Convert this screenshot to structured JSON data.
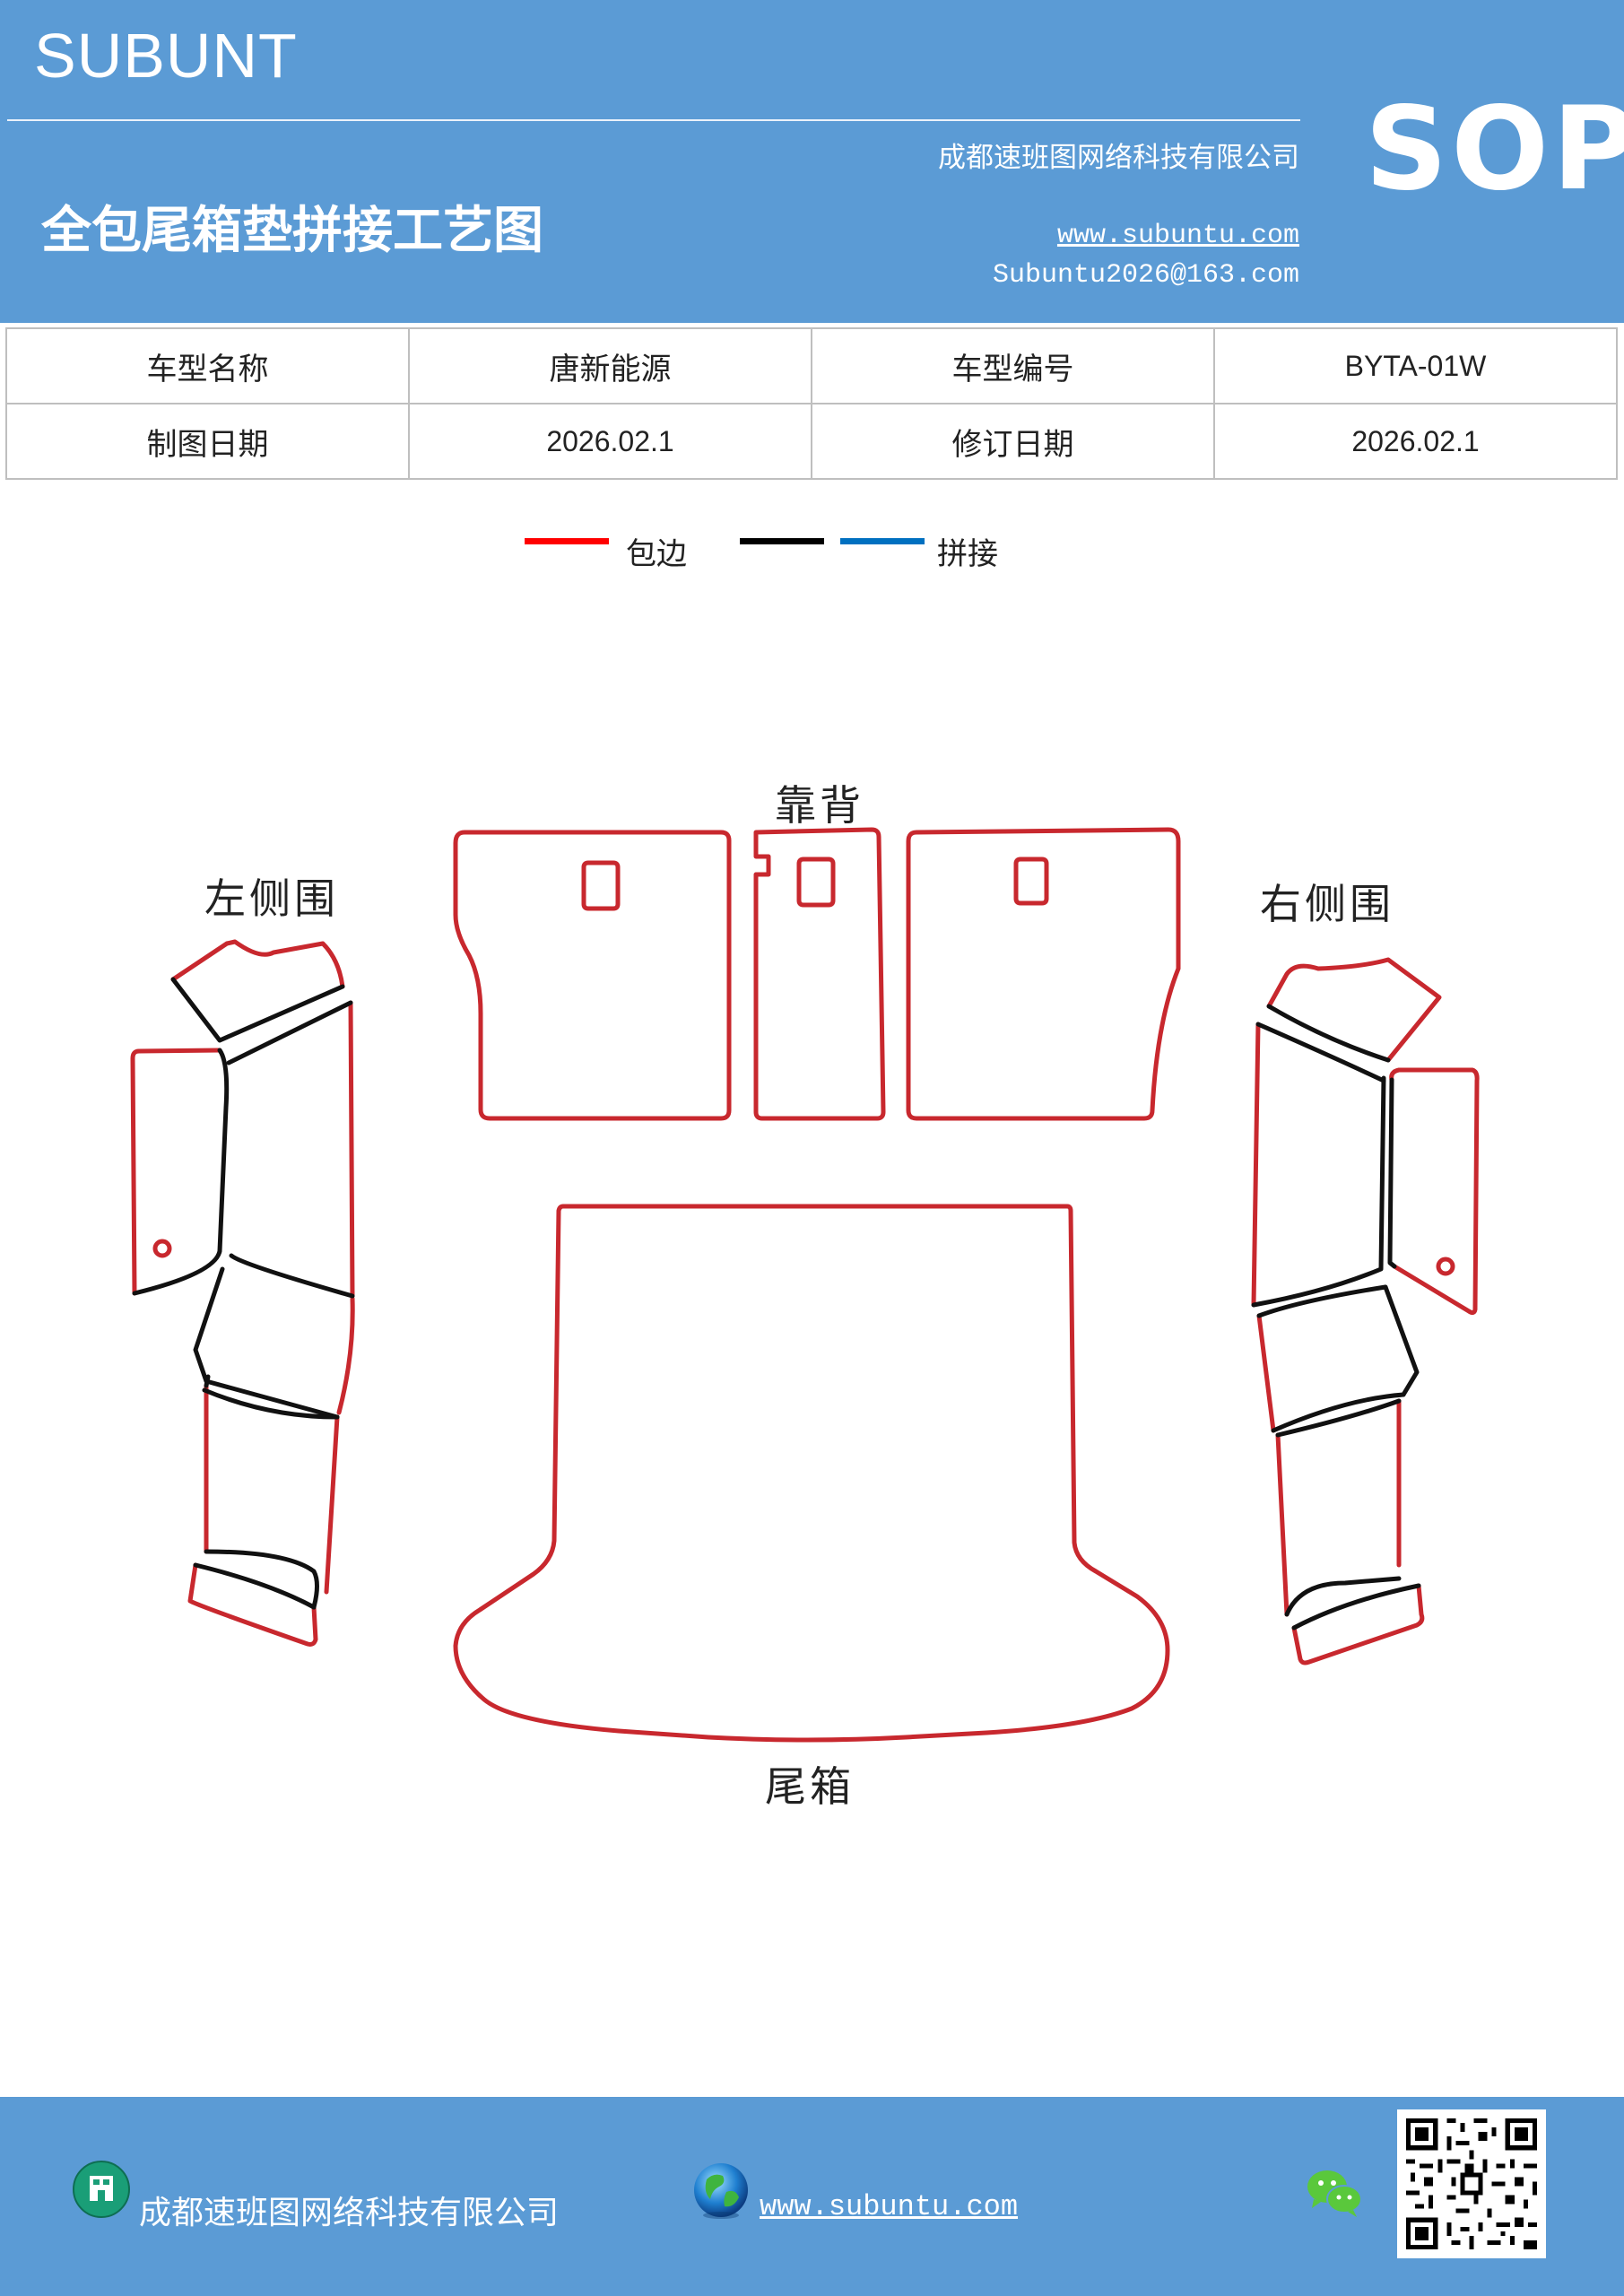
{
  "header": {
    "brand": "SUBUNT",
    "title": "全包尾箱垫拼接工艺图",
    "company": "成都速班图网络科技有限公司",
    "website": "www.subuntu.com",
    "email": "Subuntu2026@163.com",
    "badge": "SOP",
    "background_color": "#5b9bd5"
  },
  "info_table": {
    "rows": [
      [
        "车型名称",
        "唐新能源",
        "车型编号",
        "BYTA-01W"
      ],
      [
        "制图日期",
        "2026.02.1",
        "修订日期",
        "2026.02.1"
      ]
    ]
  },
  "legend": {
    "items": [
      {
        "label": "包边",
        "color": "#ff0000"
      },
      {
        "label": "",
        "color": "#000000"
      },
      {
        "label": "拼接",
        "color": "#0070c0"
      }
    ]
  },
  "diagram": {
    "labels": {
      "backrest": "靠背",
      "left_side": "左侧围",
      "right_side": "右侧围",
      "trunk": "尾箱"
    },
    "edge_color": "#c8282e",
    "seam_color": "#111111"
  },
  "footer": {
    "company": "成都速班图网络科技有限公司",
    "website": "www.subuntu.com",
    "icons": [
      "building-icon",
      "globe-icon",
      "wechat-icon",
      "qr-code"
    ]
  }
}
